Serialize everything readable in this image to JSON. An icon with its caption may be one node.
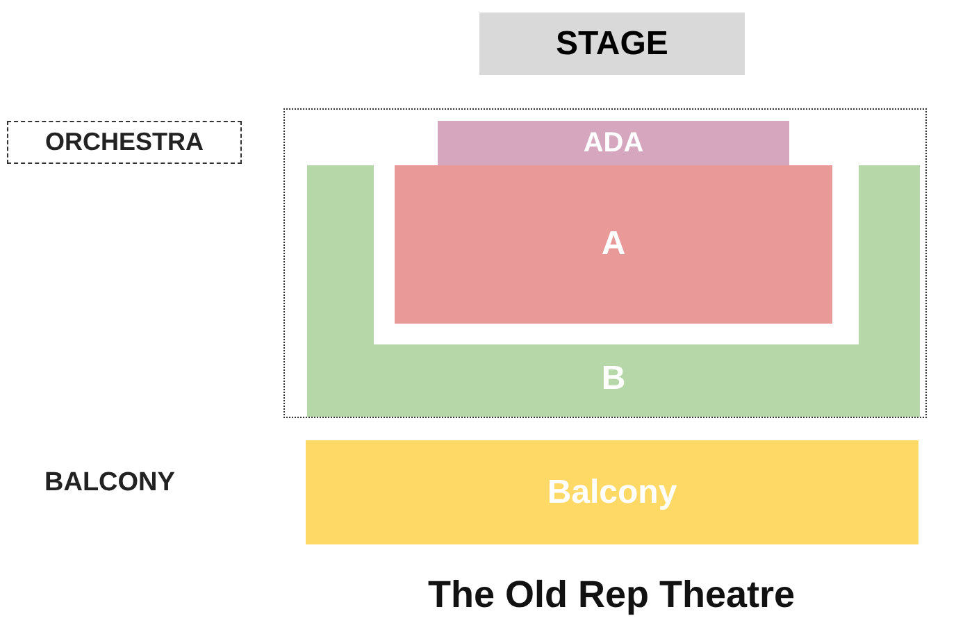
{
  "diagram": {
    "title": "The Old Rep Theatre",
    "nodes": [
      {
        "text": [
          "STAGE"
        ]
      },
      {
        "text": [
          "ORCHESTRA"
        ]
      },
      {
        "text": [],
        "shape": "box"
      },
      {
        "text": [
          "ADA"
        ],
        "in": 2
      },
      {
        "text": [
          "A"
        ],
        "in": 2
      },
      {
        "text": [
          "B"
        ],
        "in": 2
      },
      {
        "text": [
          "Balcony"
        ]
      }
    ],
    "labels": [
      "BALCONY"
    ]
  }
}
